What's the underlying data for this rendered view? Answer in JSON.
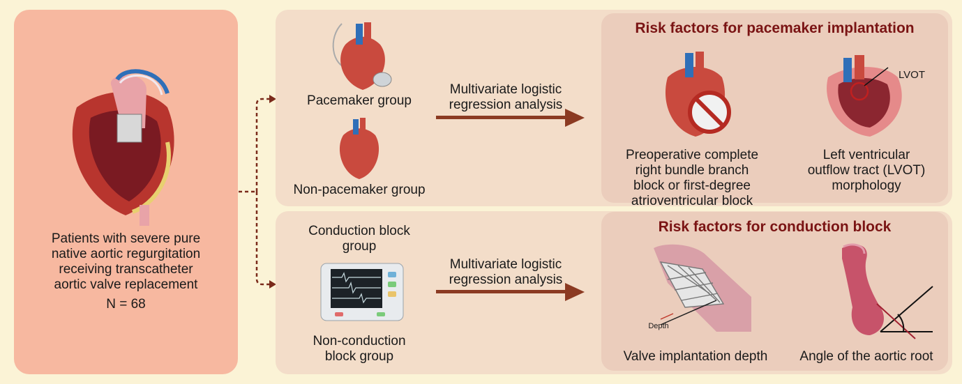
{
  "left": {
    "description_lines": [
      "Patients with severe pure",
      "native aortic regurgitation",
      "receiving transcatheter",
      "aortic valve replacement"
    ],
    "n": "N = 68"
  },
  "top": {
    "group_a": "Pacemaker group",
    "group_b": "Non-pacemaker group",
    "analysis_lines": [
      "Multivariate logistic",
      "regression analysis"
    ],
    "title": "Risk factors for pacemaker implantation",
    "factor1_lines": [
      "Preoperative complete",
      "right bundle branch",
      "block or first-degree",
      "atrioventricular block"
    ],
    "factor2_lines": [
      "Left ventricular",
      "outflow tract (LVOT)",
      "morphology"
    ],
    "lvot_label": "LVOT"
  },
  "bottom": {
    "group_a_lines": [
      "Conduction block",
      "group"
    ],
    "group_b_lines": [
      "Non-conduction",
      "block group"
    ],
    "analysis_lines": [
      "Multivariate logistic",
      "regression analysis"
    ],
    "title": "Risk factors for conduction block",
    "factor1": "Valve implantation depth",
    "factor2": "Angle of the aortic root",
    "depth_label": "Depth"
  },
  "colors": {
    "arrow": "#8b3a22",
    "title": "#7a1414",
    "heart": "#c94a3e",
    "vessel_blue": "#2f6fb8"
  }
}
